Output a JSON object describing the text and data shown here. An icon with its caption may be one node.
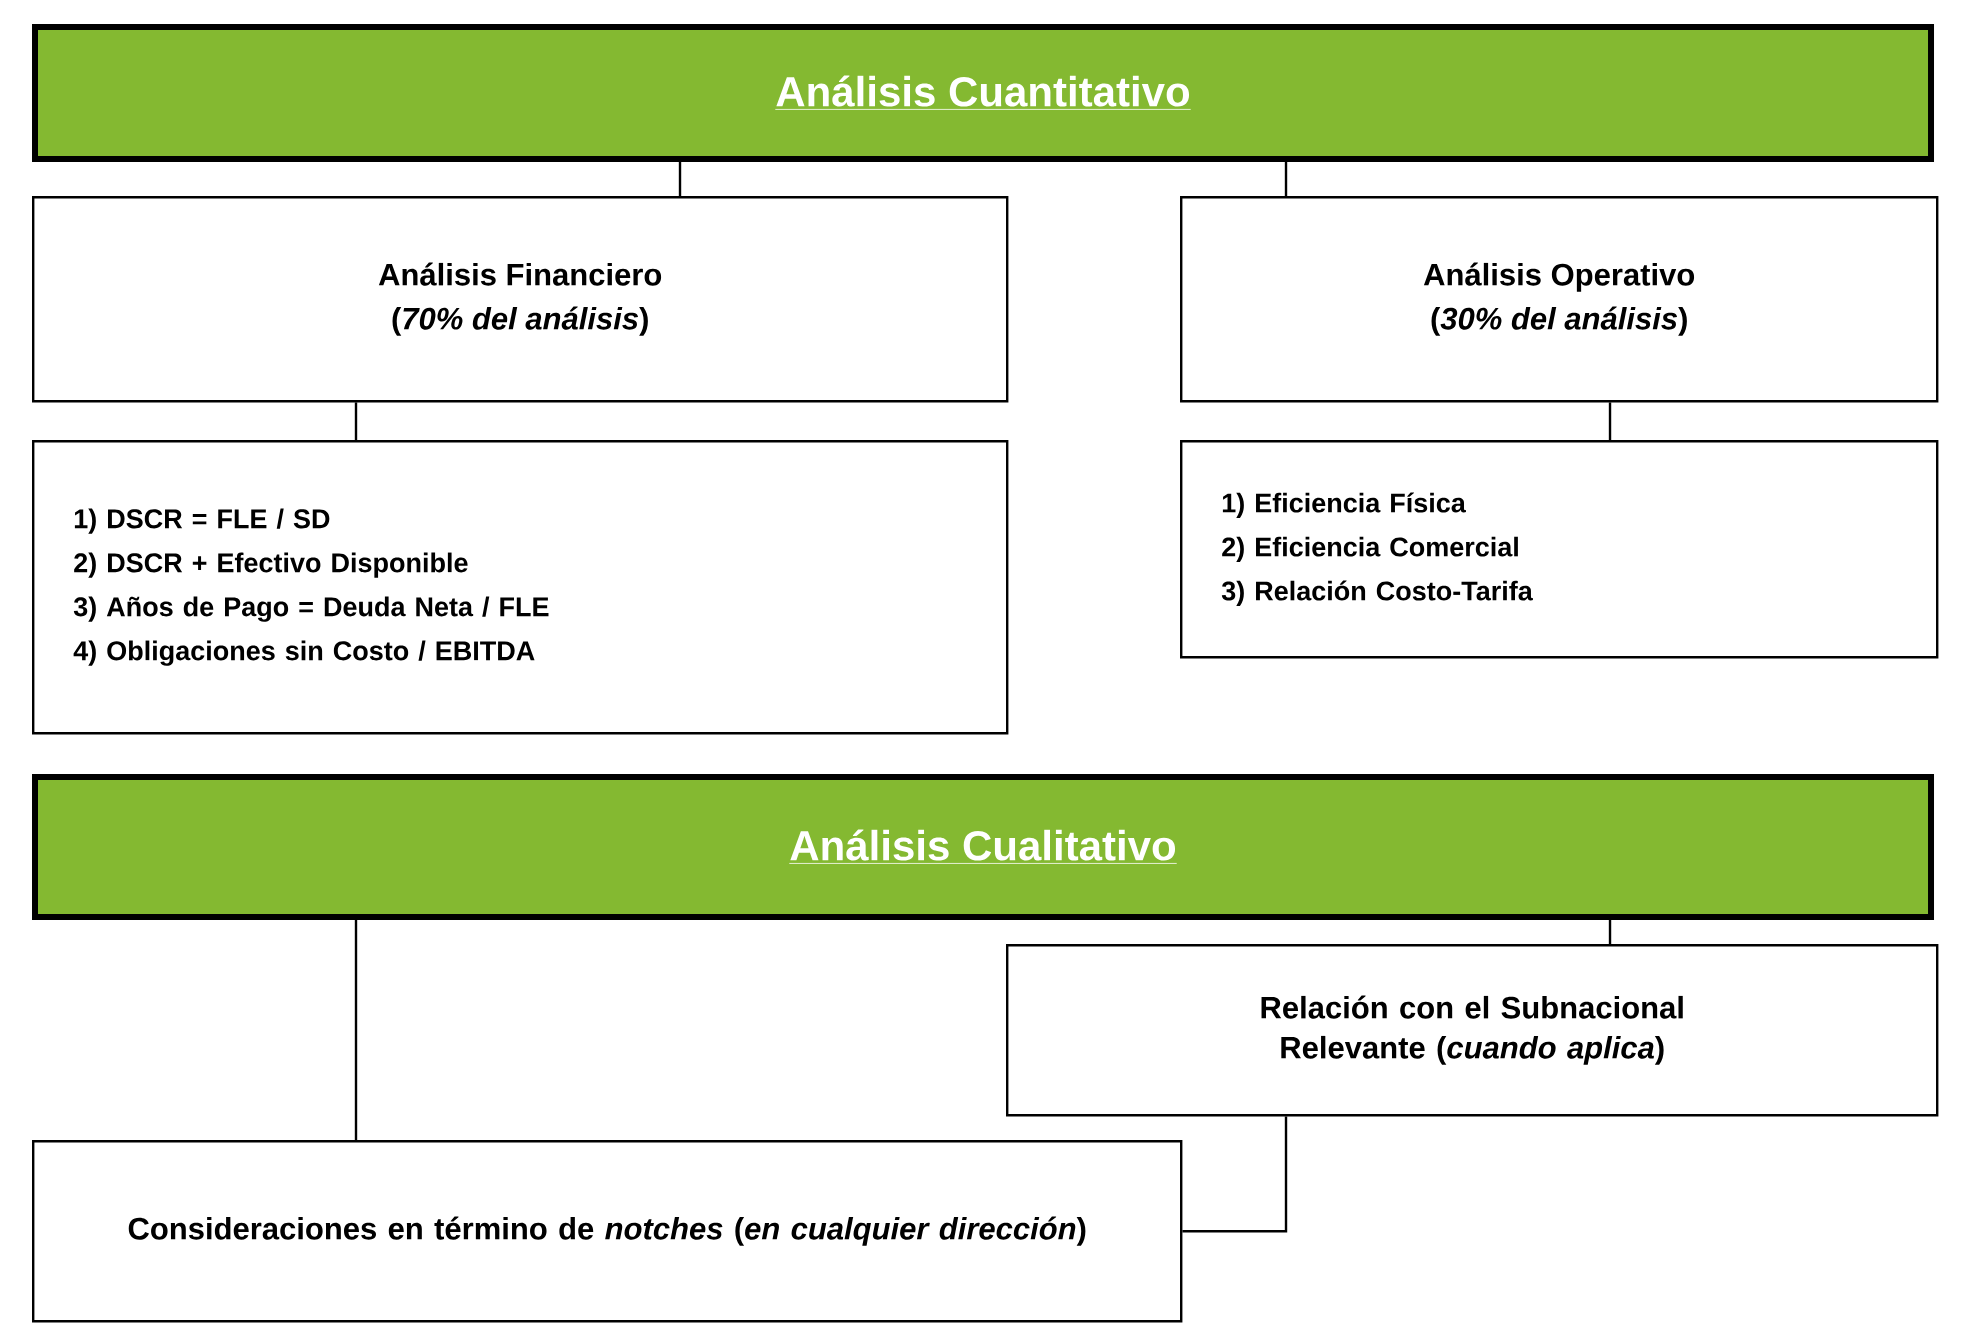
{
  "diagram": {
    "nodes": [
      {
        "text": [
          "Análisis Cuantitativo"
        ]
      },
      {
        "text": [
          "Análisis Financiero",
          "(*70% del análisis*)"
        ]
      },
      {
        "text": [
          "Análisis  Operativo",
          "(*30% del análisis*)"
        ]
      },
      {
        "text": [
          "1) DSCR = FLE / SD",
          "2) DSCR + Efectivo Disponible",
          "3) Años de Pago = Deuda Neta / FLE",
          "4) Obligaciones sin Costo / EBITDA"
        ]
      },
      {
        "text": [
          "1) Eficiencia Física",
          "2) Eficiencia Comercial",
          "3) Relación Costo-Tarifa"
        ]
      },
      {
        "text": [
          "Análisis Cualitativo"
        ]
      },
      {
        "text": [
          "Relación con el Subnacional Relevante (*cuando aplica*)"
        ]
      },
      {
        "text": [
          "Consideraciones en término de *notches* (*en cualquier dirección*)"
        ]
      }
    ],
    "edges": [
      {
        "from": 0,
        "to": 1,
        "arrow": "none"
      },
      {
        "from": 0,
        "to": 2,
        "arrow": "none"
      },
      {
        "from": 1,
        "to": 3,
        "arrow": "none"
      },
      {
        "from": 2,
        "to": 4,
        "arrow": "none"
      },
      {
        "from": 5,
        "to": 7,
        "arrow": "none"
      },
      {
        "from": 5,
        "to": 6,
        "arrow": "none"
      },
      {
        "from": 6,
        "to": 7,
        "arrow": "none"
      }
    ]
  }
}
